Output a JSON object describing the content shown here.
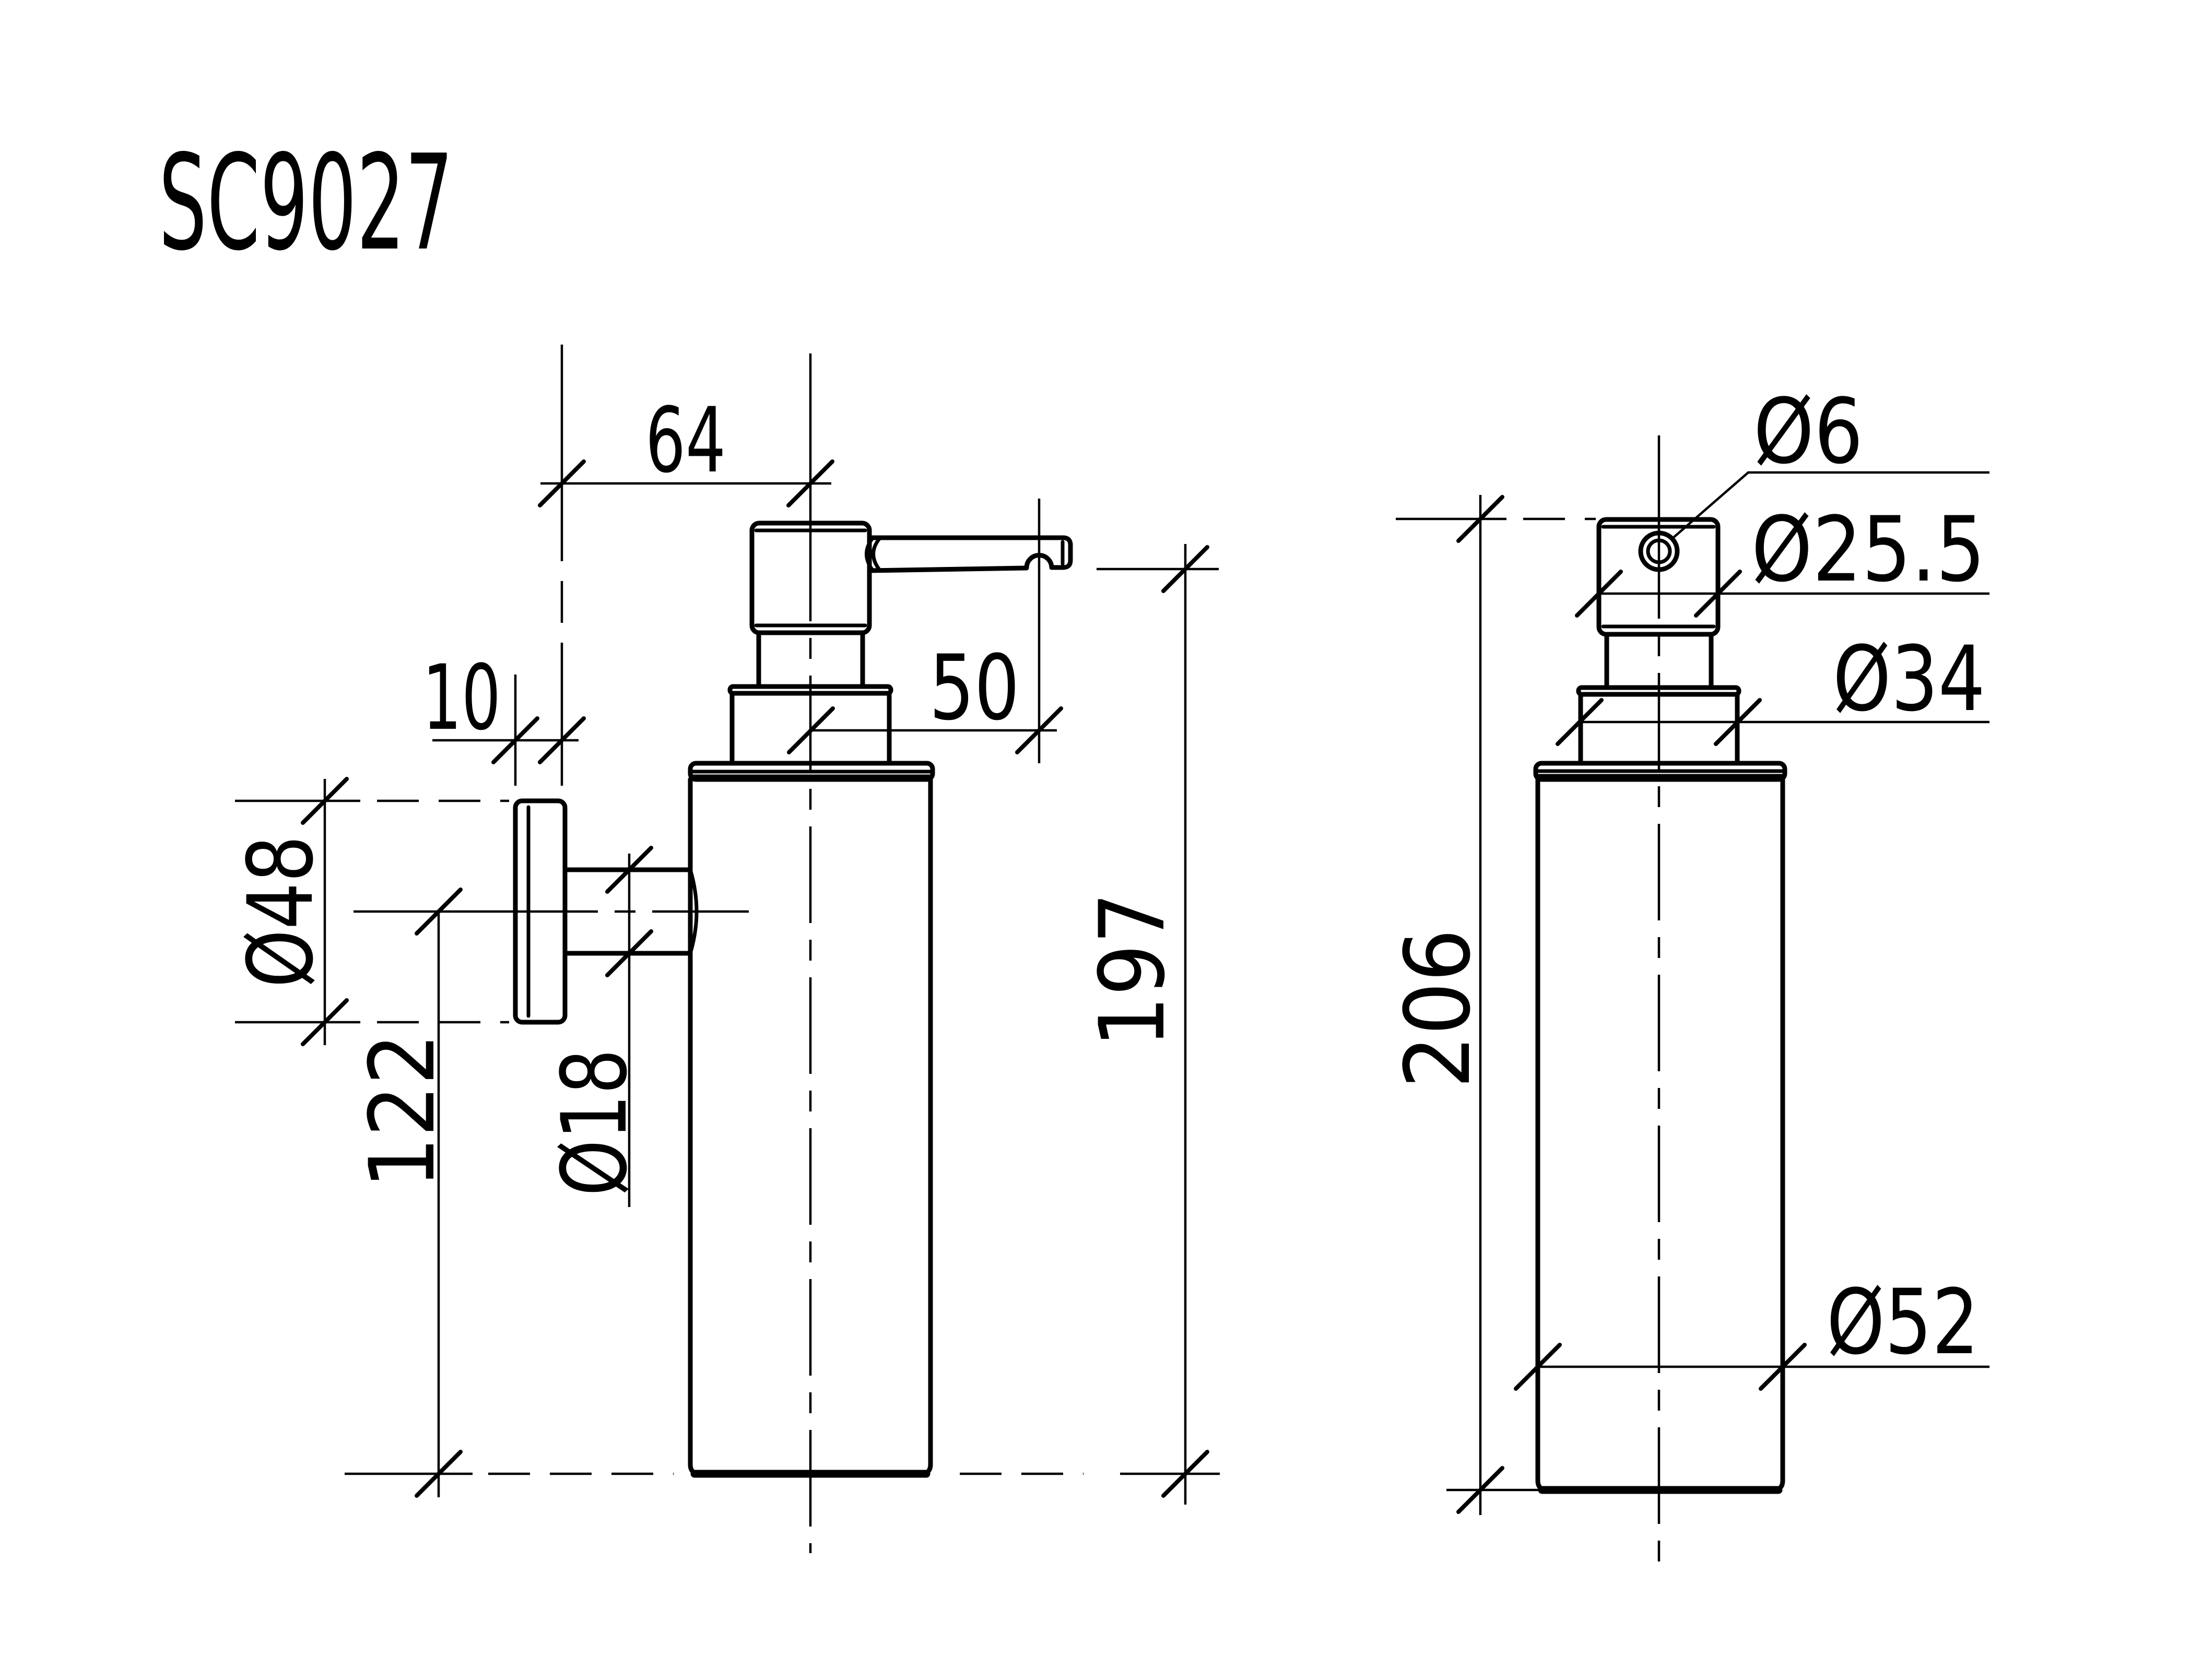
{
  "title": "SC9027",
  "drawing": {
    "side_view": {
      "width_to_center": "64",
      "plate_offset": "10",
      "plate_diameter": "Ø48",
      "arm_height": "122",
      "arm_diameter": "Ø18",
      "spout_reach": "50",
      "spout_height": "197"
    },
    "front_view": {
      "outlet_hole_diameter": "Ø6",
      "pump_head_diameter": "Ø25.5",
      "collar_diameter": "Ø34",
      "overall_height": "206",
      "body_diameter": "Ø52"
    }
  },
  "colors": {
    "ink": "#000000",
    "paper": "#ffffff"
  }
}
